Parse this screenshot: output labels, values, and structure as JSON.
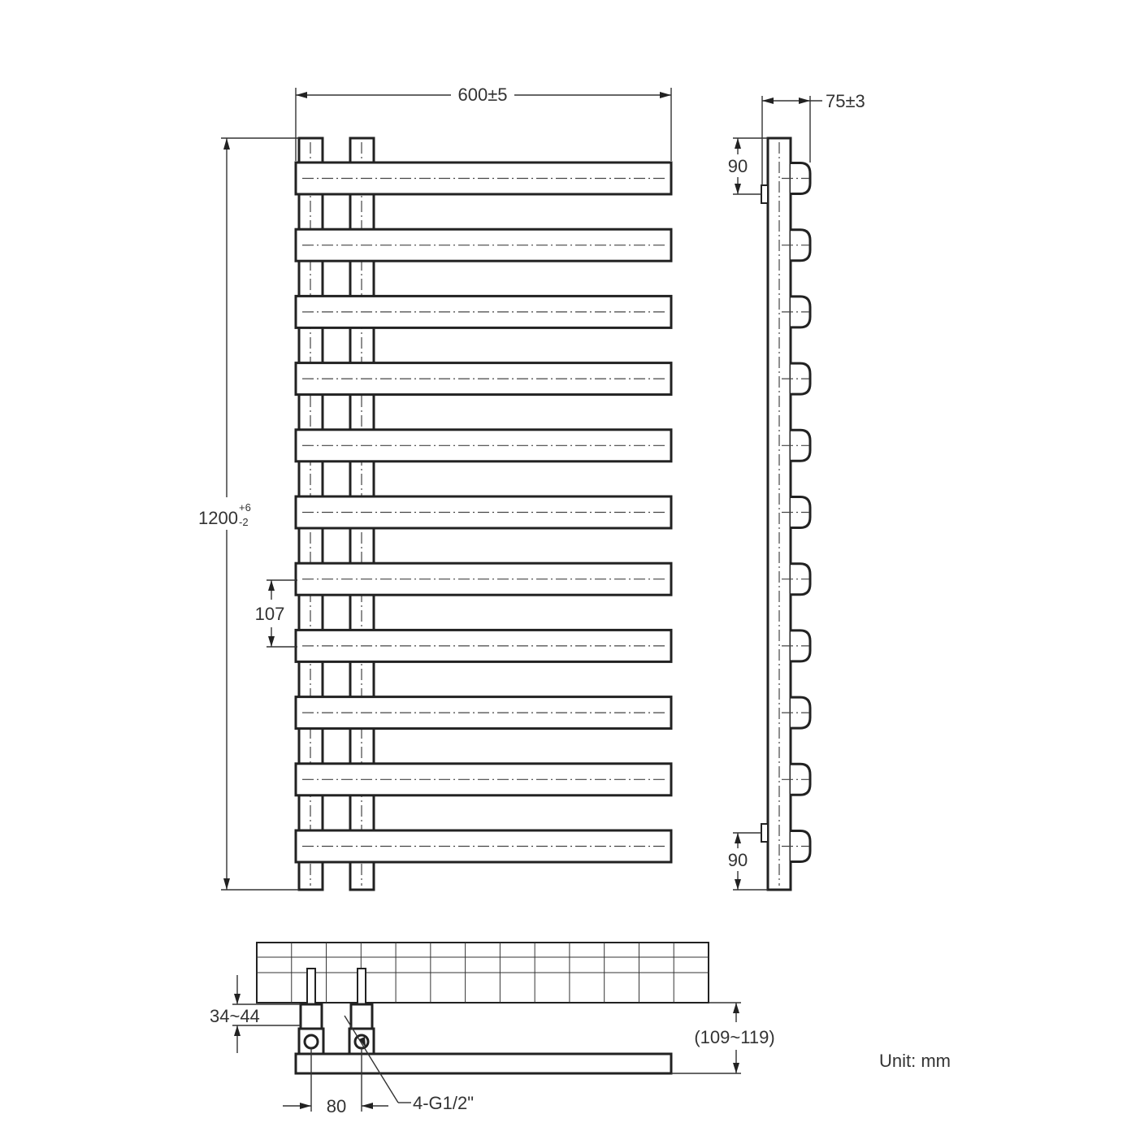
{
  "drawing": {
    "dimensions": {
      "width": "600±5",
      "height_main": "1200",
      "height_plus": "+6",
      "height_minus": "-2",
      "depth": "75±3",
      "top_offset": "90",
      "bottom_offset": "90",
      "bar_pitch": "107",
      "valve_height": "34~44",
      "wall_distance": "(109~119)",
      "pipe_centers": "80",
      "connection": "4-G1/2\""
    },
    "unit_label": "Unit: mm",
    "bar_count": 11,
    "colors": {
      "line": "#222222",
      "text": "#333333",
      "background": "#ffffff"
    }
  }
}
